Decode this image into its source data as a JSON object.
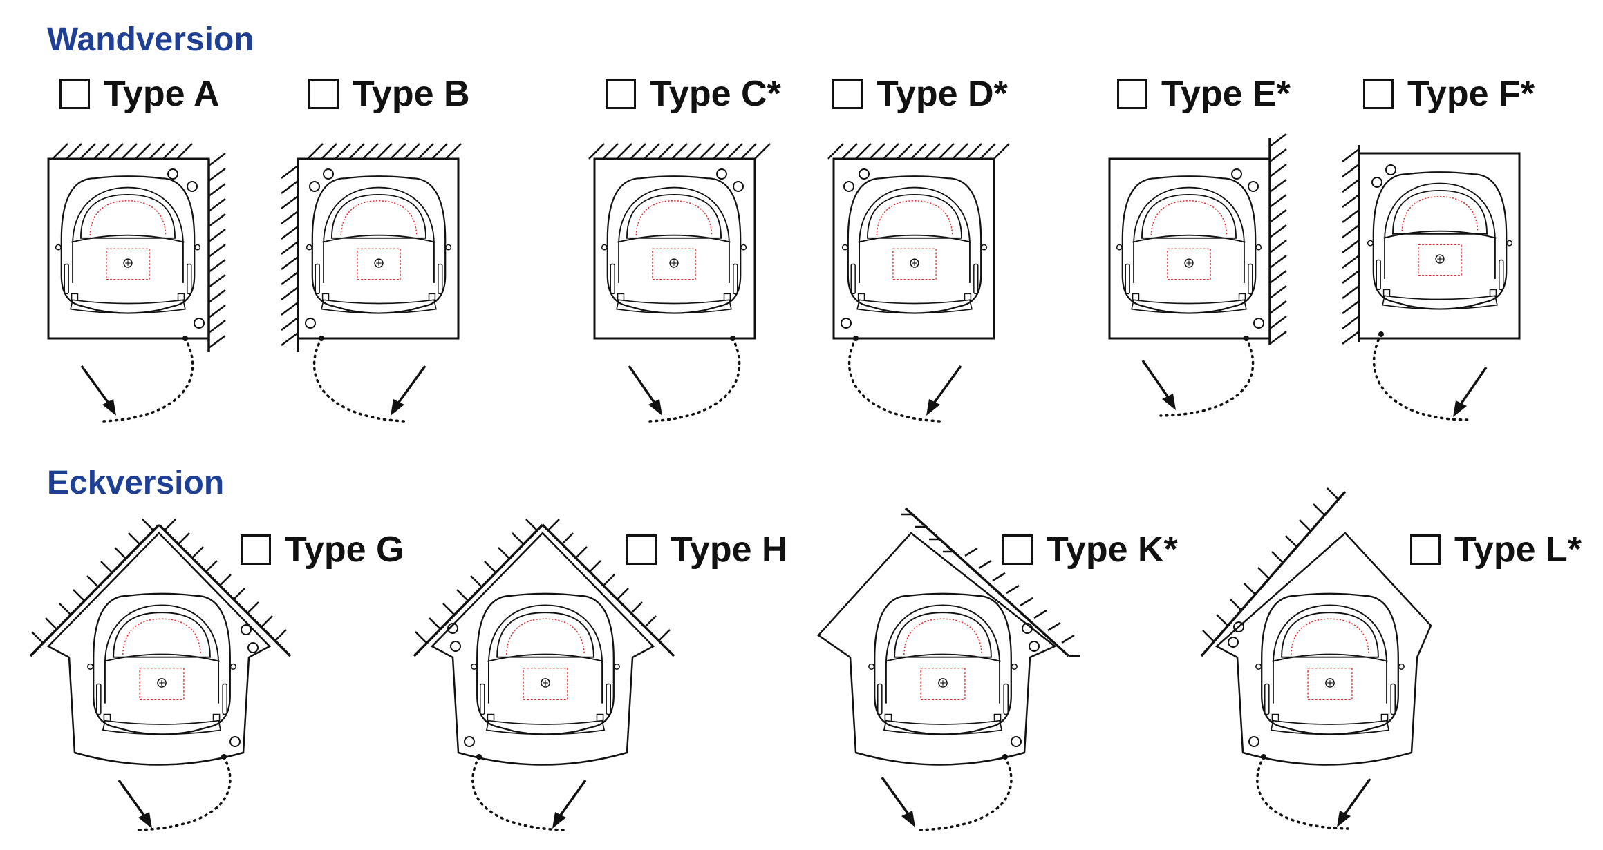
{
  "sections": {
    "wall_title": "Wandversion",
    "corner_title": "Eckversion"
  },
  "wall_types": [
    {
      "label": "Type A",
      "wall": "right",
      "hinge": "right",
      "checked": false
    },
    {
      "label": "Type B",
      "wall": "left",
      "hinge": "left",
      "checked": false
    },
    {
      "label": "Type C*",
      "wall": "top",
      "hinge": "right",
      "checked": false
    },
    {
      "label": "Type D*",
      "wall": "top",
      "hinge": "left",
      "checked": false
    },
    {
      "label": "Type E*",
      "wall": "right",
      "hinge": "right",
      "checked": false
    },
    {
      "label": "Type F*",
      "wall": "left",
      "hinge": "left",
      "checked": false
    }
  ],
  "corner_types": [
    {
      "label": "Type G",
      "walls": "both",
      "hinge": "right",
      "checked": false
    },
    {
      "label": "Type H",
      "walls": "both",
      "hinge": "left",
      "checked": false
    },
    {
      "label": "Type K*",
      "walls": "right",
      "hinge": "right",
      "checked": false
    },
    {
      "label": "Type L*",
      "walls": "left",
      "hinge": "left",
      "checked": false
    }
  ],
  "colors": {
    "title": "#1f3f95",
    "line": "#111111",
    "guide": "#e03030"
  }
}
